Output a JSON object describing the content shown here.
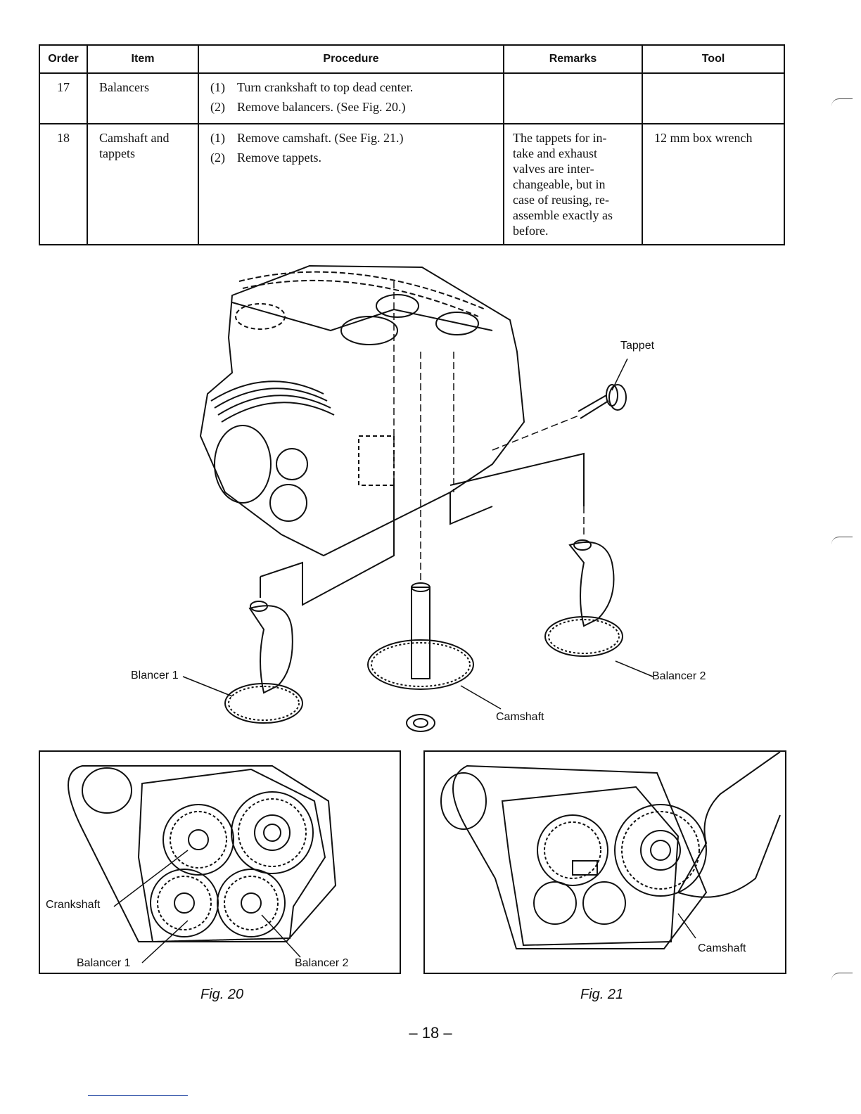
{
  "table": {
    "headers": {
      "order": "Order",
      "item": "Item",
      "procedure": "Procedure",
      "remarks": "Remarks",
      "tool": "Tool"
    },
    "rows": [
      {
        "order": "17",
        "item": "Balancers",
        "steps": [
          {
            "num": "(1)",
            "text": "Turn crankshaft to top dead center."
          },
          {
            "num": "(2)",
            "text": "Remove balancers. (See Fig. 20.)"
          }
        ],
        "remarks": "",
        "tool": ""
      },
      {
        "order": "18",
        "item": "Camshaft and tappets",
        "steps": [
          {
            "num": "(1)",
            "text": "Remove camshaft. (See Fig. 21.)"
          },
          {
            "num": "(2)",
            "text": "Remove tappets."
          }
        ],
        "remarks": "The tappets for in-take and exhaust valves are inter-changeable, but in case of reusing, re-assemble exactly as before.",
        "remarks_lines": [
          "The tappets for in-",
          "take and exhaust",
          "valves are inter-",
          "changeable, but in",
          "case of reusing, re-",
          "assemble exactly as",
          "before."
        ],
        "tool": "12 mm box wrench"
      }
    ]
  },
  "exploded_view": {
    "labels": {
      "tappet": "Tappet",
      "balancer1": "Blancer 1",
      "balancer2": "Balancer 2",
      "camshaft": "Camshaft"
    }
  },
  "fig20": {
    "caption": "Fig. 20",
    "labels": {
      "crankshaft": "Crankshaft",
      "balancer1": "Balancer 1",
      "balancer2": "Balancer 2"
    }
  },
  "fig21": {
    "caption": "Fig. 21",
    "labels": {
      "camshaft": "Camshaft"
    }
  },
  "page_number": "– 18 –"
}
